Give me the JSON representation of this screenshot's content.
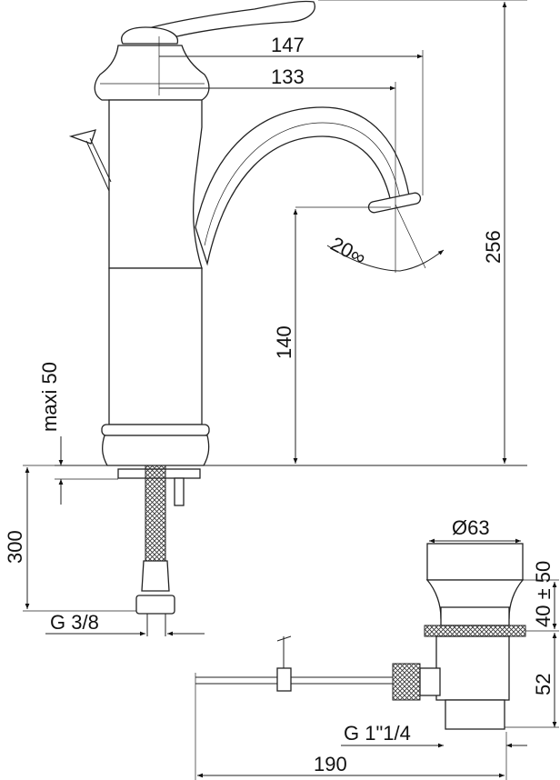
{
  "title": "Faucet and pop-up drain technical dimension drawing",
  "dimensions": {
    "spout_reach_total": "147",
    "spout_reach": "133",
    "spout_angle": "20∞",
    "total_height": "256",
    "spout_height": "140",
    "max_deck_thickness": "maxi 50",
    "hose_length": "300",
    "inlet_thread": "G 3/8",
    "drain_diameter": "Ø63",
    "drain_stroke": "40 ± 50",
    "drain_body_height": "52",
    "drain_thread": "G 1\"1/4",
    "rod_length": "190"
  },
  "colors": {
    "line": "#222222",
    "background": "#ffffff"
  }
}
